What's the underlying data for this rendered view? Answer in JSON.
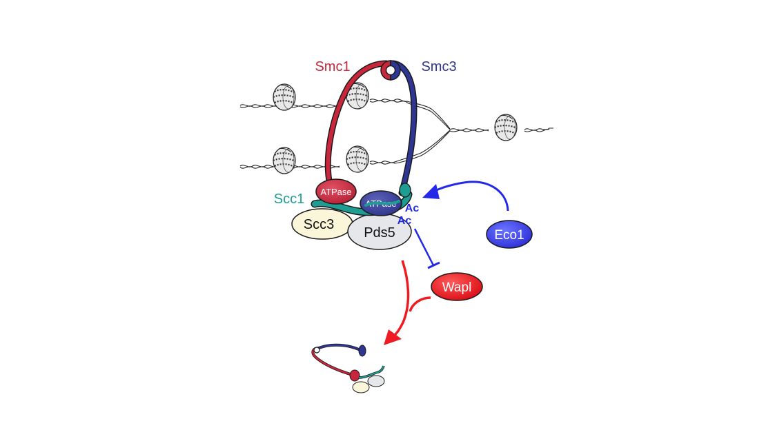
{
  "labels": {
    "smc1": "Smc1",
    "smc3": "Smc3",
    "scc1": "Scc1",
    "atpase_smc1": "ATPase",
    "atpase_smc3": "ATPase",
    "scc3": "Scc3",
    "pds5": "Pds5",
    "ac_top": "Ac",
    "ac_bottom": "Ac",
    "eco1": "Eco1",
    "wapl": "Wapl"
  },
  "colors": {
    "smc1": "#c8263a",
    "smc3": "#2e3592",
    "scc1": "#1e9e93",
    "scc3_fill": "#fbf6d9",
    "pds5_fill": "#e6e7ea",
    "eco1": "#2e32e0",
    "wapl": "#e0121c",
    "inhibit": "#2329e6",
    "release_arrow": "#ef1a22"
  },
  "icons": [
    "nucleosome-icon",
    "dna-strand",
    "cohesin-ring",
    "released-cohesin-icon"
  ]
}
